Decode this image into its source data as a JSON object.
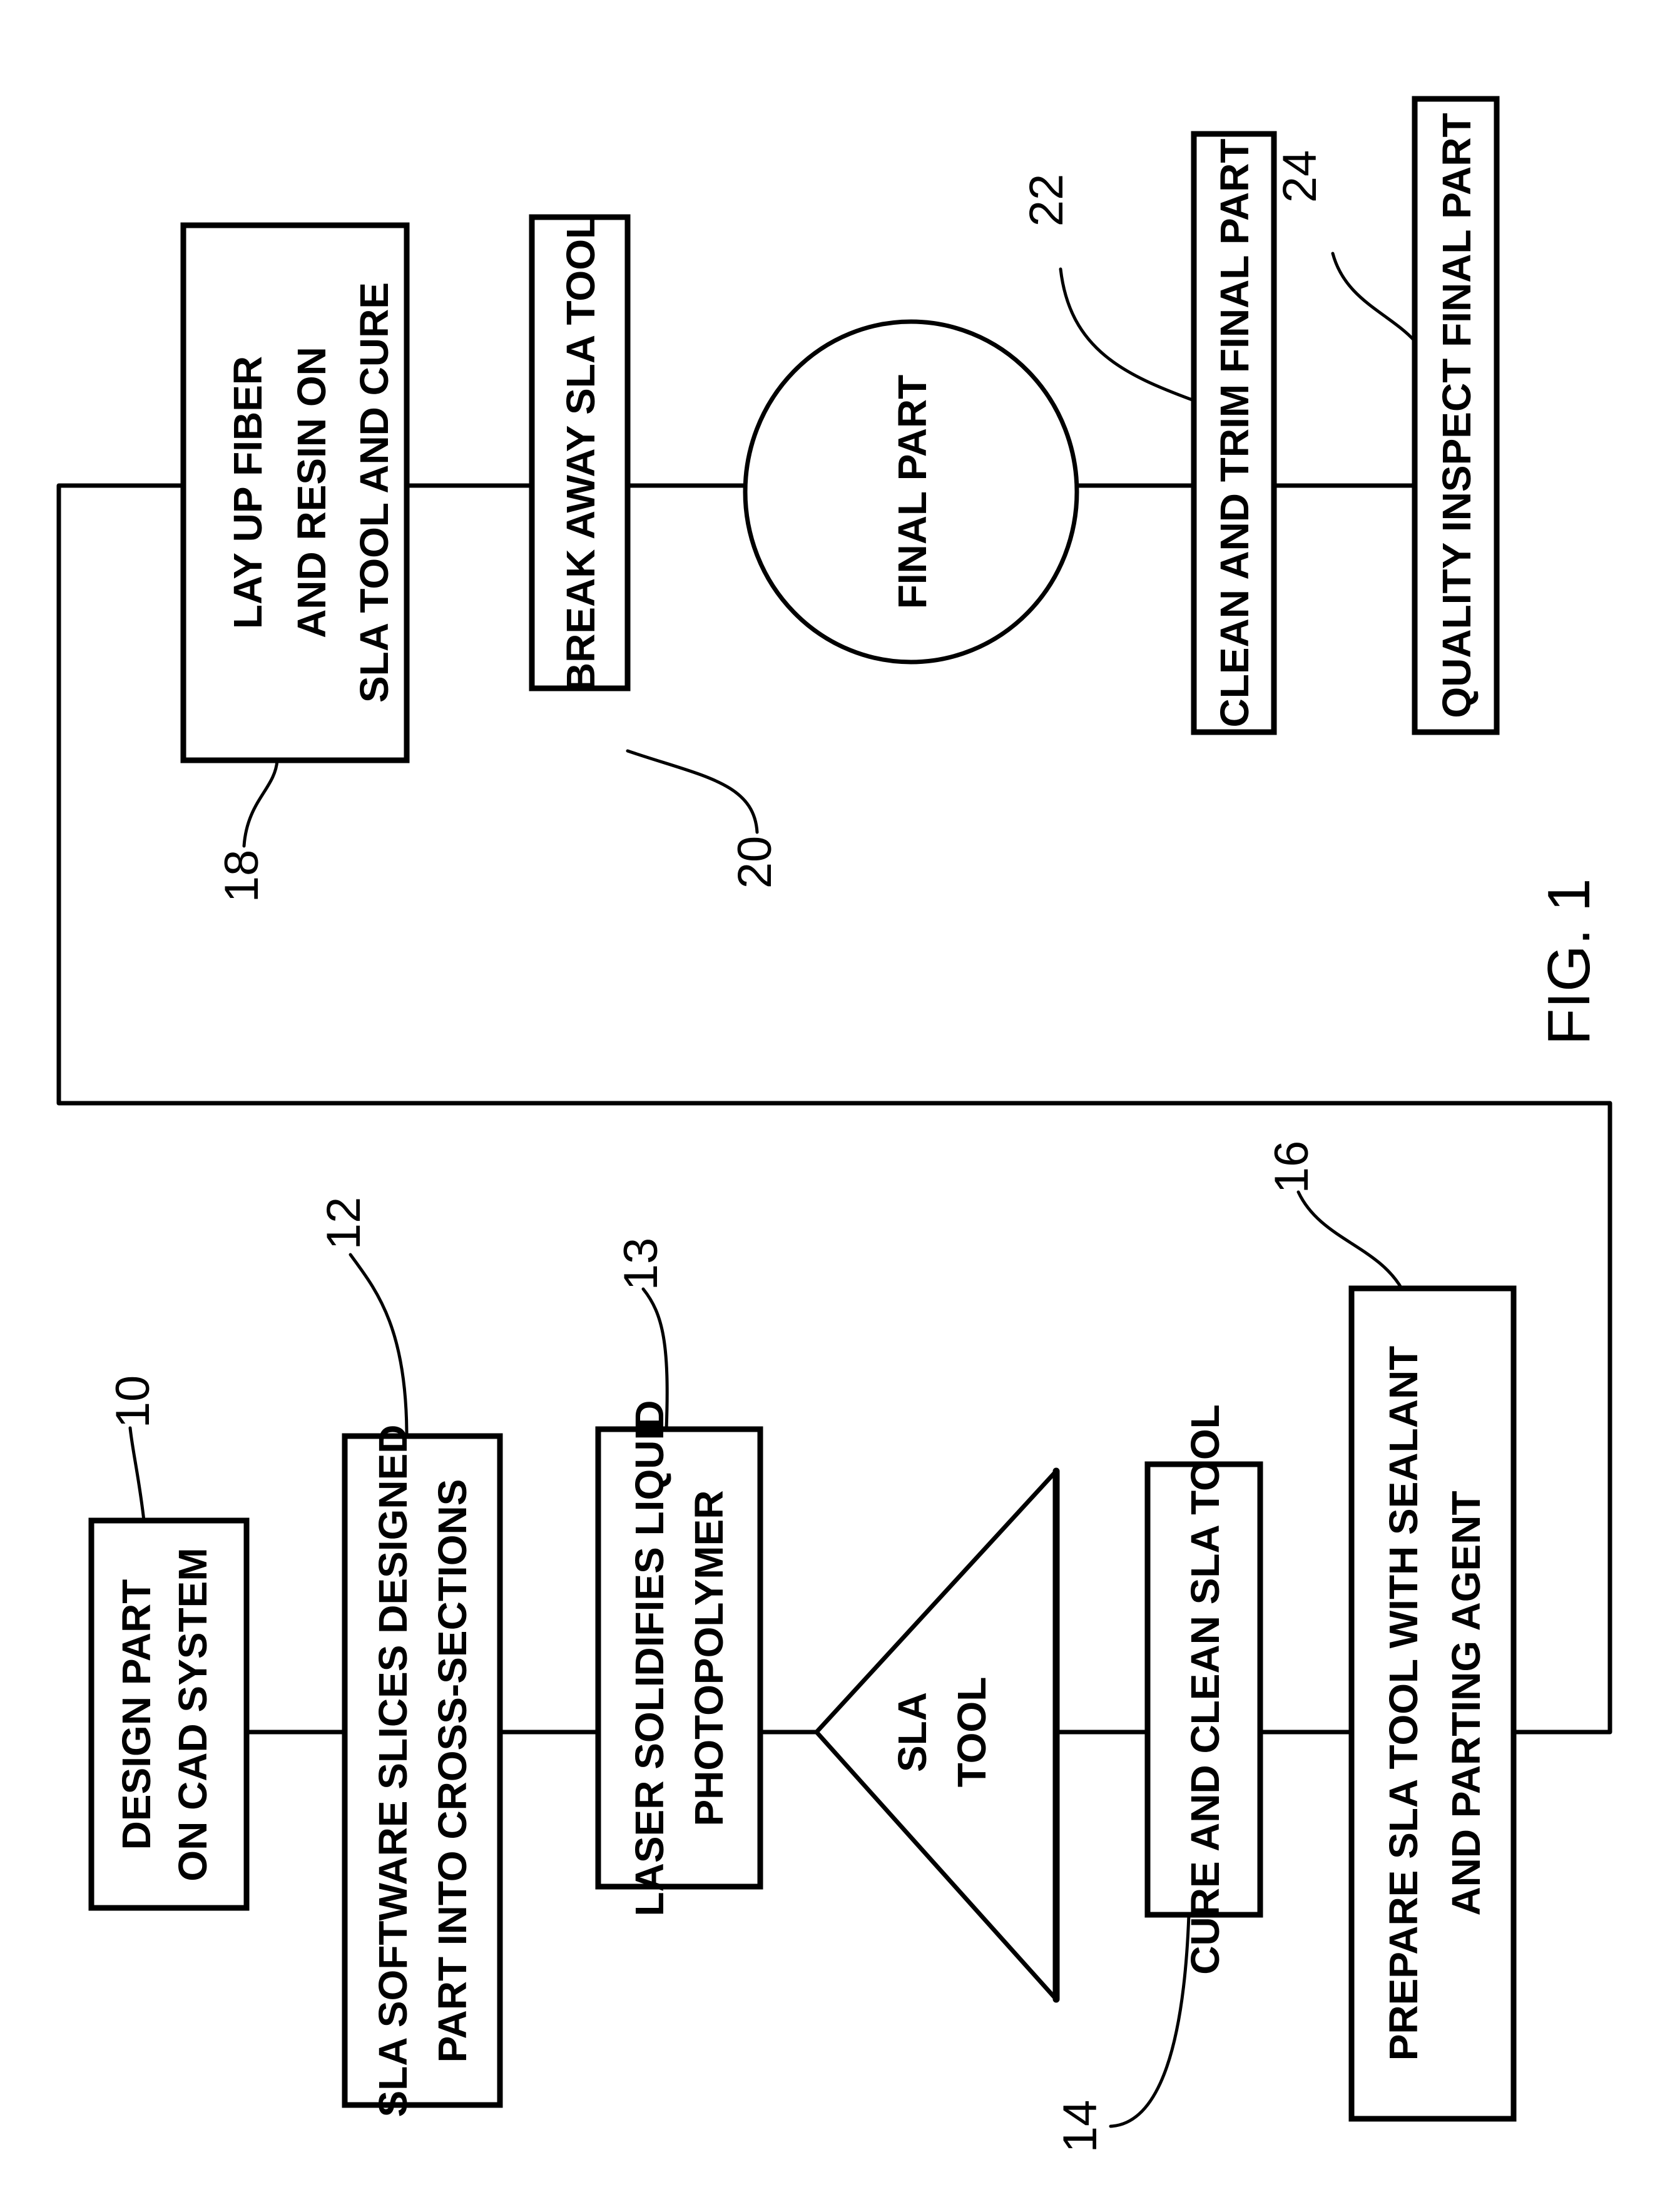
{
  "figure": {
    "title": "FIG. 1",
    "orientation": "rotated 90 degrees counter-clockwise",
    "ink_color": "#000000",
    "background_color": "#ffffff"
  },
  "steps": [
    {
      "ref": "10",
      "shape": "rectangle",
      "lines": [
        "DESIGN PART",
        "ON CAD SYSTEM"
      ]
    },
    {
      "ref": "12",
      "shape": "rectangle",
      "lines": [
        "SLA SOFTWARE SLICES DESIGNED",
        "PART INTO CROSS-SECTIONS"
      ]
    },
    {
      "ref": "13",
      "shape": "rectangle",
      "lines": [
        "LASER SOLIDIFIES LIQUID",
        "PHOTOPOLYMER"
      ]
    },
    {
      "ref": "",
      "shape": "triangle",
      "lines": [
        "SLA",
        "TOOL"
      ]
    },
    {
      "ref": "14",
      "shape": "rectangle",
      "lines": [
        "CURE AND CLEAN SLA TOOL"
      ]
    },
    {
      "ref": "16",
      "shape": "rectangle",
      "lines": [
        "PREPARE SLA TOOL WITH SEALANT",
        "AND PARTING AGENT"
      ]
    },
    {
      "ref": "18",
      "shape": "rectangle",
      "lines": [
        "LAY UP FIBER",
        "AND RESIN ON",
        "SLA TOOL AND CURE"
      ]
    },
    {
      "ref": "20",
      "shape": "rectangle",
      "lines": [
        "BREAK AWAY SLA TOOL"
      ]
    },
    {
      "ref": "",
      "shape": "circle",
      "lines": [
        "FINAL PART"
      ]
    },
    {
      "ref": "22",
      "shape": "rectangle",
      "lines": [
        "CLEAN AND TRIM FINAL PART"
      ]
    },
    {
      "ref": "24",
      "shape": "rectangle",
      "lines": [
        "QUALITY INSPECT FINAL PART"
      ]
    }
  ],
  "connections": [
    [
      "10",
      "12"
    ],
    [
      "12",
      "13"
    ],
    [
      "13",
      "SLA TOOL"
    ],
    [
      "SLA TOOL",
      "14"
    ],
    [
      "14",
      "16"
    ],
    [
      "16",
      "18"
    ],
    [
      "18",
      "20"
    ],
    [
      "20",
      "FINAL PART"
    ],
    [
      "FINAL PART",
      "22"
    ],
    [
      "22",
      "24"
    ]
  ]
}
